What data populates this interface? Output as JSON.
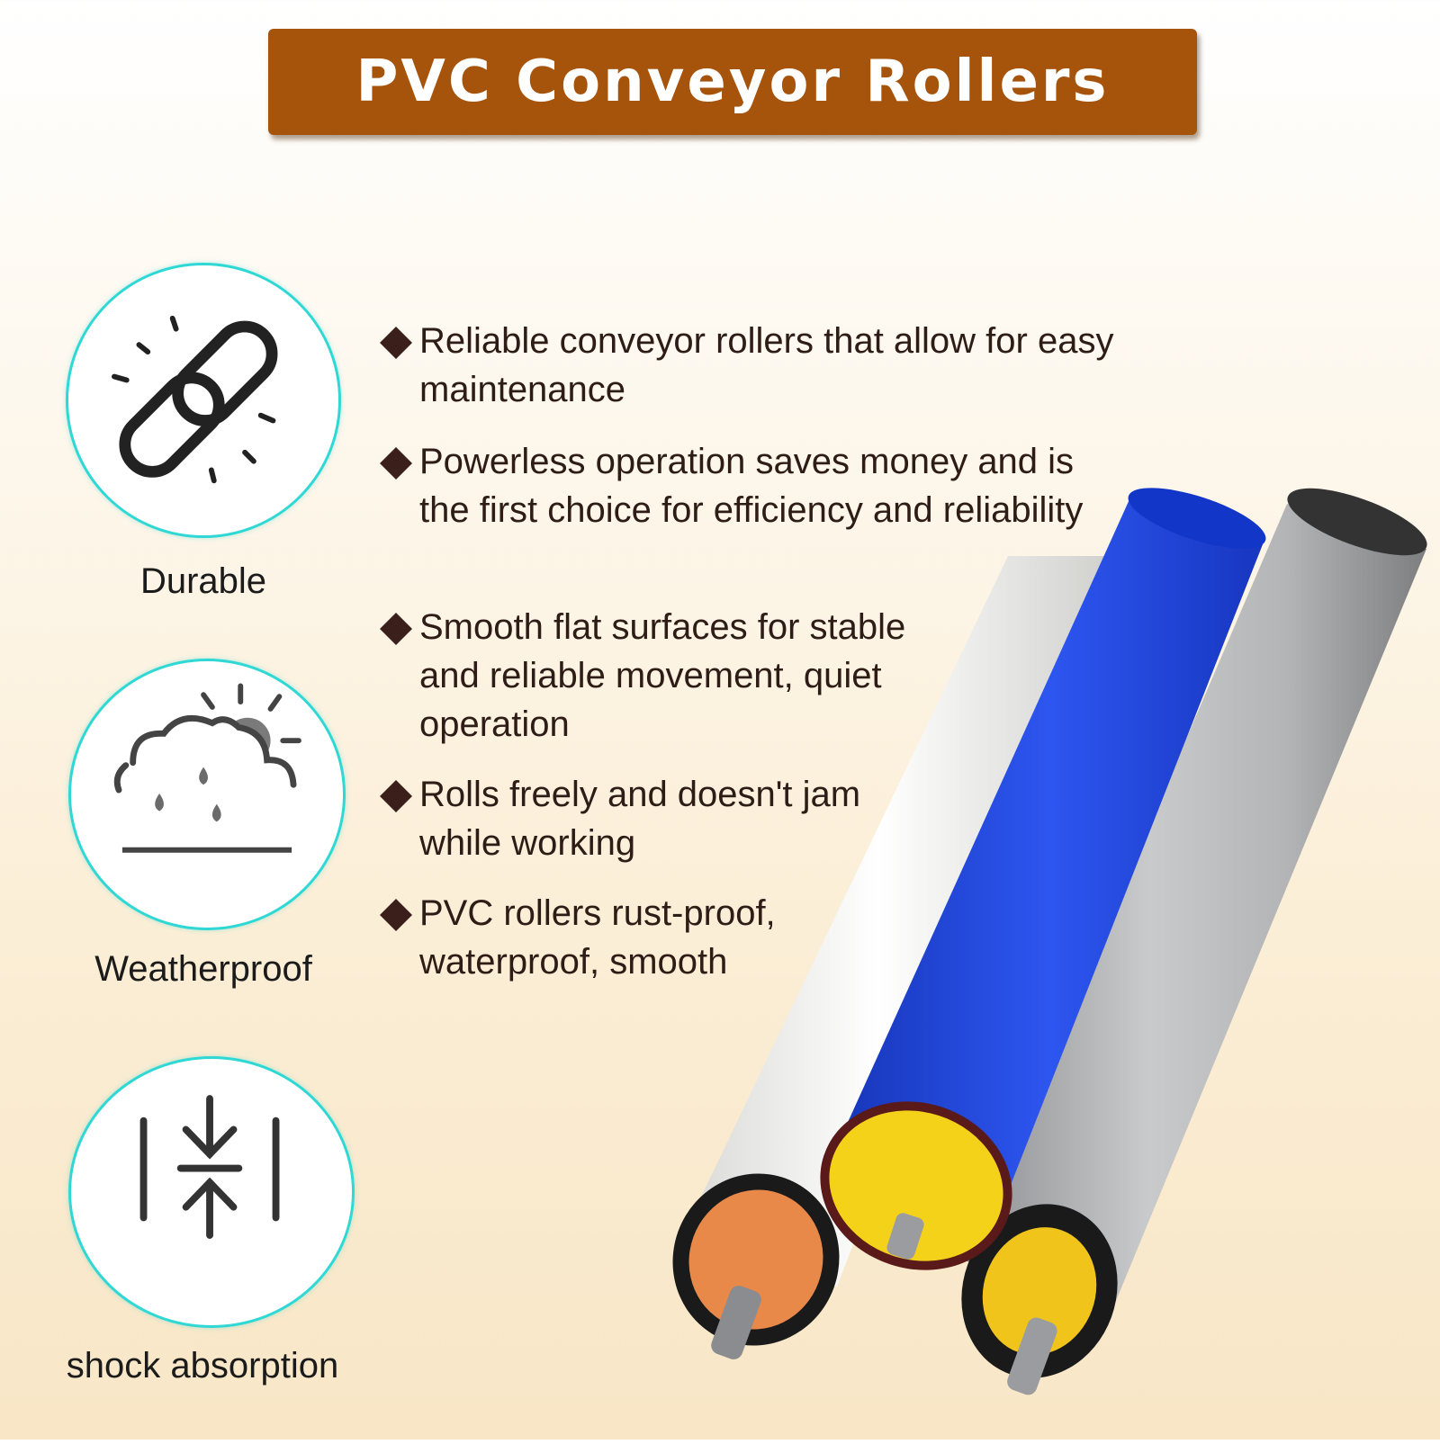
{
  "title": "PVC Conveyor Rollers",
  "features": [
    {
      "label": "Durable",
      "icon": "chain-link-icon"
    },
    {
      "label": "Weatherproof",
      "icon": "cloud-rain-sun-icon"
    },
    {
      "label": "shock absorption",
      "icon": "compress-arrows-icon"
    }
  ],
  "bullets": [
    "Reliable conveyor rollers that allow for easy maintenance",
    "Powerless operation saves money and is the first choice for efficiency and reliability",
    "Smooth flat surfaces for stable and reliable movement, quiet operation",
    "Rolls freely and doesn't jam while working",
    "PVC rollers rust-proof, waterproof, smooth"
  ],
  "colors": {
    "title_bg": "#a6540b",
    "circle_border": "#2fd8d4",
    "bullet_text": "#2e1c17",
    "roller_blue": "#1f45d6",
    "roller_gray": "#a9aaad",
    "roller_white": "#f1f1ef"
  }
}
